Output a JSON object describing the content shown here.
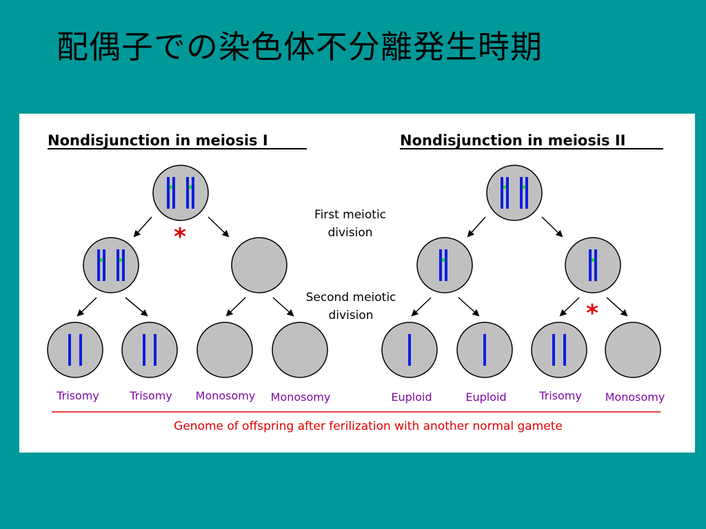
{
  "slide": {
    "title": "配偶子での染色体不分離発生時期"
  },
  "diagram": {
    "left_heading": "Nondisjunction in meiosis I",
    "right_heading": "Nondisjunction in meiosis II",
    "first_division": [
      "First meiotic",
      "division"
    ],
    "second_division": [
      "Second meiotic",
      "division"
    ],
    "nondisjunction_marker": "*",
    "left_outcomes": [
      "Trisomy",
      "Trisomy",
      "Monosomy",
      "Monosomy"
    ],
    "right_outcomes": [
      "Euploid",
      "Euploid",
      "Trisomy",
      "Monosomy"
    ],
    "footer": "Genome of offspring after ferilization with another normal gamete",
    "colors": {
      "background": "#009999",
      "cell": "#c0c0c0",
      "chromosome": "#0a1ee0",
      "centromere": "#22dd22",
      "marker": "#e00000",
      "outcome_text": "#7b0b9f",
      "footer_text": "#e00000"
    }
  }
}
